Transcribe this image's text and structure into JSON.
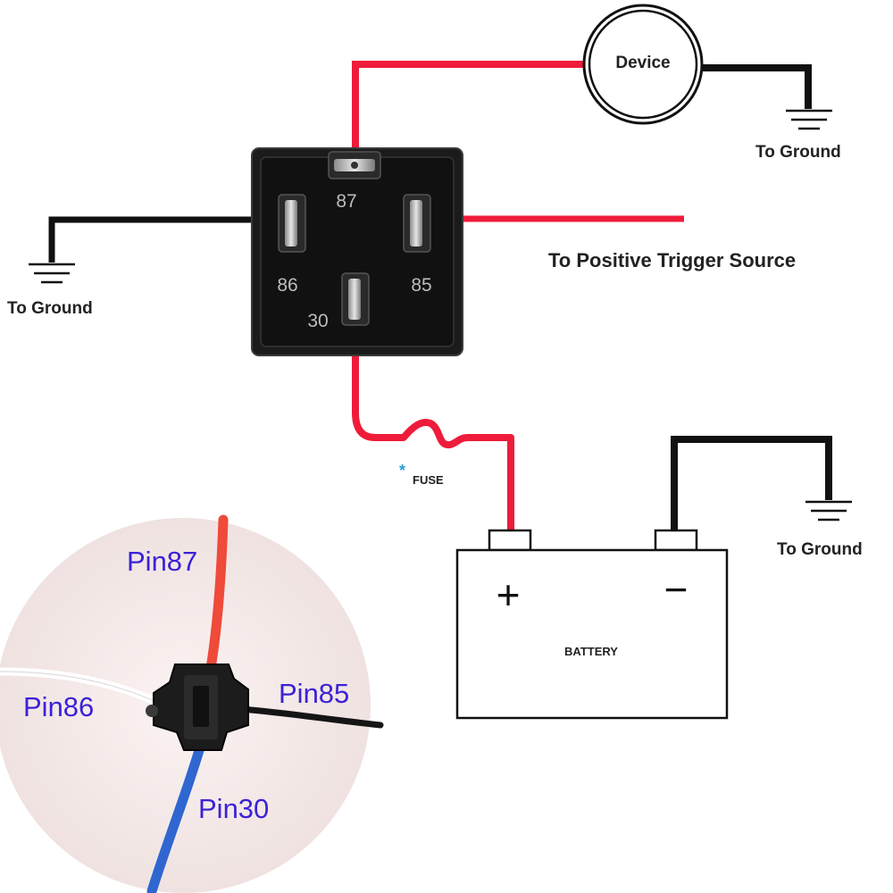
{
  "device": {
    "label": "Device"
  },
  "relay": {
    "pins": {
      "p87": "87",
      "p86": "86",
      "p85": "85",
      "p30": "30"
    }
  },
  "labels": {
    "ground_device": "To Ground",
    "ground_relay": "To Ground",
    "ground_battery": "To Ground",
    "trigger": "To Positive Trigger Source",
    "fuse_mark": "*",
    "fuse": "FUSE"
  },
  "battery": {
    "label": "BATTERY",
    "plus": "+",
    "minus": "−"
  },
  "inset": {
    "pin87": "Pin87",
    "pin86": "Pin86",
    "pin85": "Pin85",
    "pin30": "Pin30"
  },
  "colors": {
    "red_wire": "#ee1c3a",
    "black_wire": "#111111",
    "pin_label": "#3b22d6",
    "fuse_mark": "#2a9fd8",
    "inset_bg": "#f4e9e8"
  }
}
